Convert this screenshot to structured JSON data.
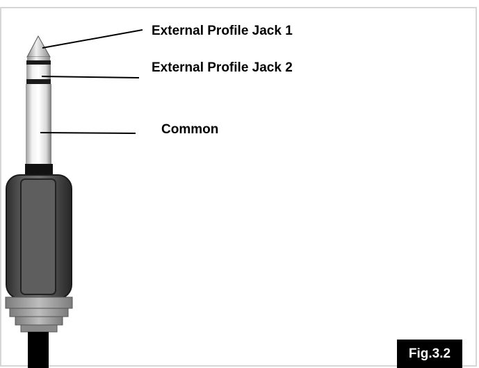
{
  "labels": {
    "jack1": "External Profile Jack 1",
    "jack2": "External Profile Jack 2",
    "common": "Common"
  },
  "figure_badge": "Fig.3.2"
}
